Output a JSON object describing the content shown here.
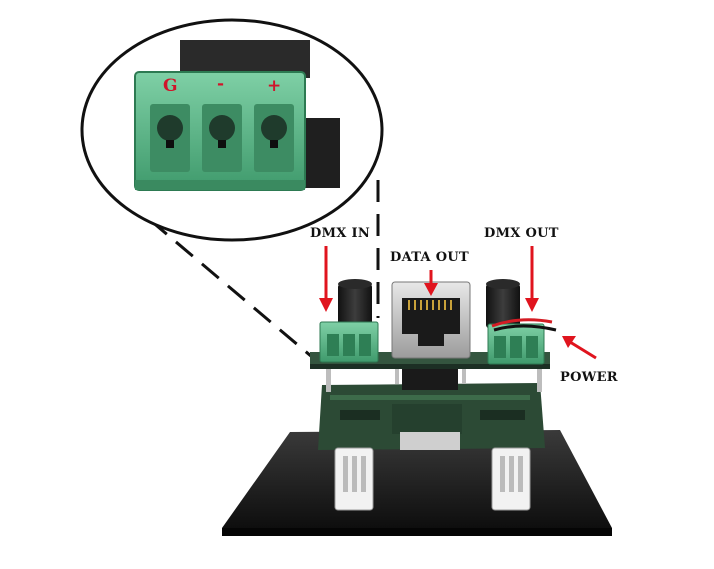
{
  "callouts": {
    "dmx_in": "DMX IN",
    "data_out": "DATA OUT",
    "dmx_out": "DMX OUT",
    "power": "POWER"
  },
  "terminal_pins": {
    "ground": "G",
    "minus": "-",
    "plus": "+"
  },
  "colors": {
    "arrow": "#e0141e",
    "pin_label": "#d0142a",
    "terminal_green": "#5bb98a",
    "base_plate": "#1c1c1c",
    "pcb": "#2c4a35"
  }
}
